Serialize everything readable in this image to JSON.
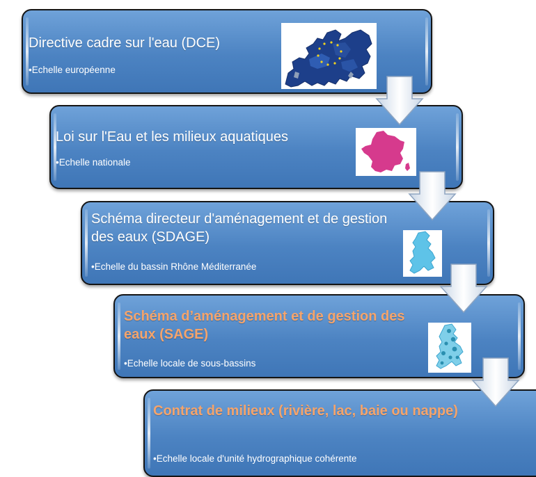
{
  "levels": [
    {
      "title": "Directive cadre sur l'eau (DCE)",
      "subtitle": "•Echelle européenne",
      "highlight": false,
      "image": "europe-map-icon"
    },
    {
      "title": "Loi sur l'Eau et les milieux aquatiques",
      "subtitle": "•Echelle nationale",
      "highlight": false,
      "image": "france-map-icon"
    },
    {
      "title": "Schéma directeur d'aménagement et de gestion des eaux (SDAGE)",
      "subtitle": "•Echelle du bassin Rhône Méditerranée",
      "highlight": false,
      "image": "rhone-basin-map-icon"
    },
    {
      "title": "Schéma d’aménagement et de gestion des eaux (SAGE)",
      "subtitle": "•Echelle locale de sous-bassins",
      "highlight": true,
      "image": "sub-basins-map-icon"
    },
    {
      "title": "Contrat de milieux (rivière, lac, baie ou nappe)",
      "subtitle": "•Echelle locale d'unité hydrographique cohérente",
      "highlight": true
    }
  ],
  "colors": {
    "box_fill": "#4f86c6",
    "highlight_text": "#f4a46c",
    "france_fill": "#d63a8d",
    "basin_fill": "#5ec3e8"
  }
}
